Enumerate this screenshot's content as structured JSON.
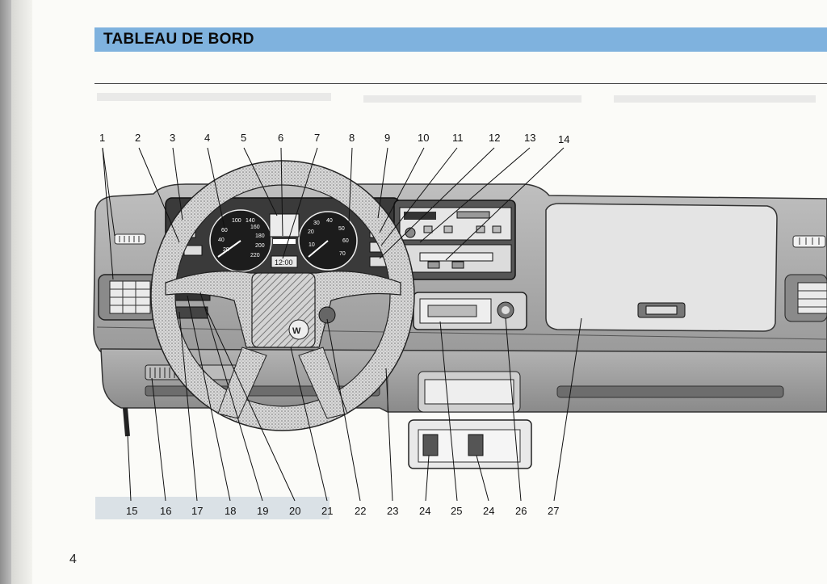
{
  "header": {
    "title": "TABLEAU DE BORD",
    "band_color": "#7fb2de"
  },
  "page_number": "4",
  "instrument_cluster": {
    "speedometer_ticks": [
      "20",
      "60",
      "100",
      "140",
      "160",
      "180",
      "200",
      "40",
      "220"
    ],
    "tachometer_ticks": [
      "10",
      "20",
      "30",
      "40",
      "50",
      "60",
      "70"
    ],
    "clock_display": "12:00"
  },
  "callouts_top": [
    "1",
    "2",
    "3",
    "4",
    "5",
    "6",
    "7",
    "8",
    "9",
    "10",
    "11",
    "12",
    "13",
    "14"
  ],
  "callouts_bottom": [
    "15",
    "16",
    "17",
    "18",
    "19",
    "20",
    "21",
    "22",
    "23",
    "24",
    "25",
    "24",
    "26",
    "27"
  ],
  "icons": {
    "steering_wheel": "steering-wheel-icon",
    "logo": "vw-logo-icon"
  }
}
